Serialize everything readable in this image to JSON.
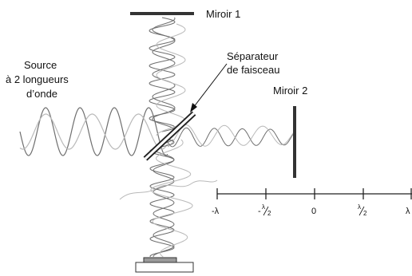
{
  "labels": {
    "mirror1": "Miroir 1",
    "mirror2": "Miroir 2",
    "splitter_line1": "Séparateur",
    "splitter_line2": "de faisceau",
    "source_line1": "Source",
    "source_line2": "à 2 longueurs",
    "source_line3": "d’onde"
  },
  "scale": {
    "ticks": [
      "-λ",
      "-λ/2",
      "0",
      "λ/2",
      "λ"
    ],
    "minus_lambda": "-λ",
    "minus_half_prefix": "-",
    "half_num": "λ",
    "half_den": "2",
    "zero": "0",
    "lambda": "λ"
  },
  "colors": {
    "wave_dark": "#6f6f6f",
    "wave_light": "#b9b9b9",
    "optic": "#333333",
    "detector_fill": "#9a9a9a"
  }
}
